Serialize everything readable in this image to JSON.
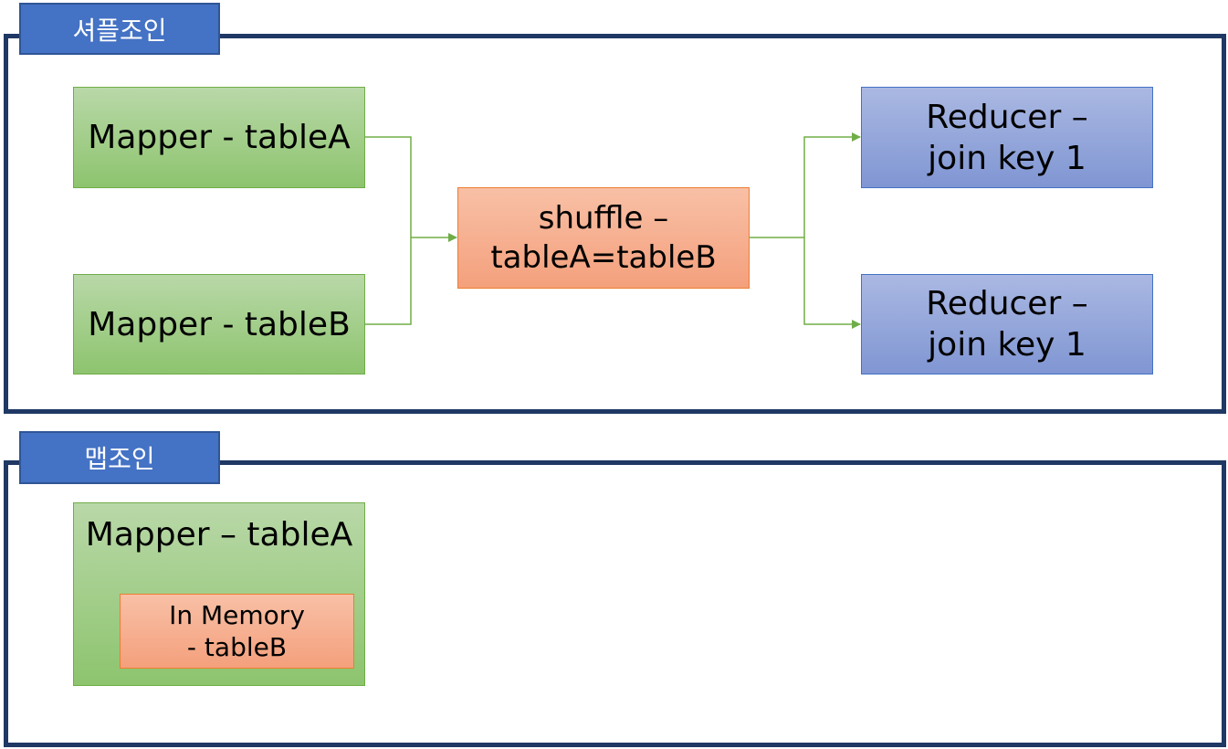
{
  "colors": {
    "frame": "#1f3864",
    "tab": "#4472c4",
    "mapper": "#a9d18e",
    "shuffle": "#f4b183",
    "reducer": "#8faadc",
    "connector": "#70ad47"
  },
  "shuffle_join": {
    "tab_label": "셔플조인",
    "mapper_a": "Mapper - tableA",
    "mapper_b": "Mapper - tableB",
    "shuffle": {
      "line1": "shuffle –",
      "line2": "tableA=tableB"
    },
    "reducer_1": {
      "line1": "Reducer –",
      "line2": "join key 1"
    },
    "reducer_2": {
      "line1": "Reducer –",
      "line2": "join key 1"
    }
  },
  "map_join": {
    "tab_label": "맵조인",
    "mapper": "Mapper – tableA",
    "in_memory": {
      "line1": "In Memory",
      "line2": "- tableB"
    }
  }
}
